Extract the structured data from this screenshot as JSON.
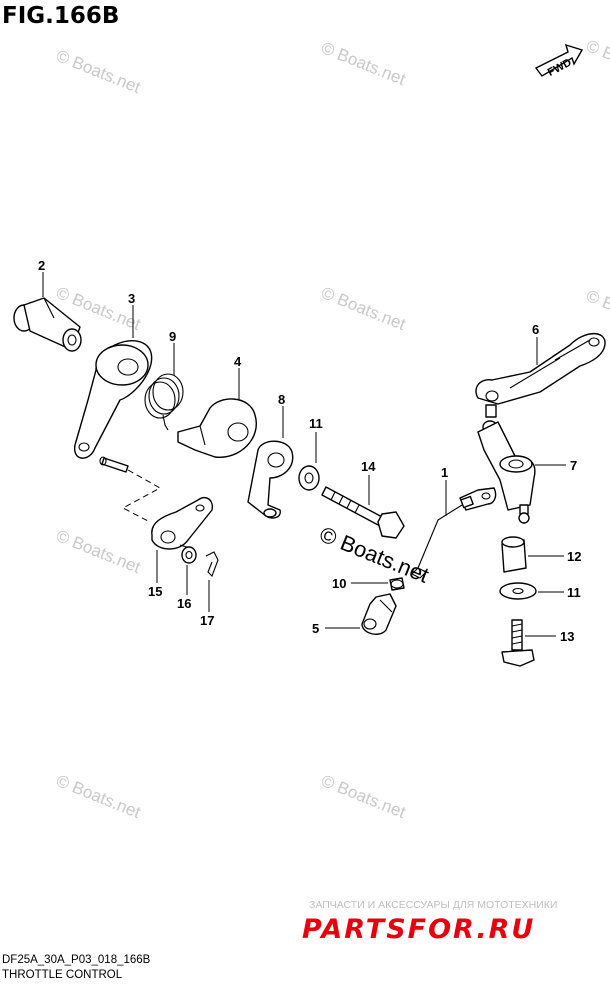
{
  "figure_title": "FIG.166B",
  "direction_badge": "FWD",
  "callouts": {
    "c1": "1",
    "c2": "2",
    "c3": "3",
    "c4": "4",
    "c5": "5",
    "c6": "6",
    "c7": "7",
    "c8": "8",
    "c9": "9",
    "c10": "10",
    "c11a": "11",
    "c11b": "11",
    "c12": "12",
    "c13": "13",
    "c14": "14",
    "c15": "15",
    "c16": "16",
    "c17": "17"
  },
  "watermark_text": "© Boats.net",
  "footer": {
    "code": "DF25A_30A_P03_018_166B",
    "caption": "THROTTLE CONTROL"
  },
  "parts_banner": {
    "tagline": "ЗАПЧАСТИ И АКСЕССУАРЫ ДЛЯ МОТОТЕХНИКИ",
    "logo": "PARTSFOR.RU"
  }
}
